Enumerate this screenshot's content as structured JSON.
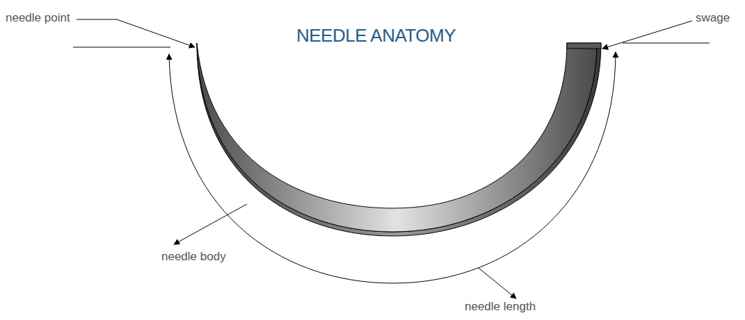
{
  "diagram": {
    "title": "NEEDLE ANATOMY",
    "labels": [
      "needle point",
      "swage",
      "needle body",
      "needle length"
    ]
  }
}
